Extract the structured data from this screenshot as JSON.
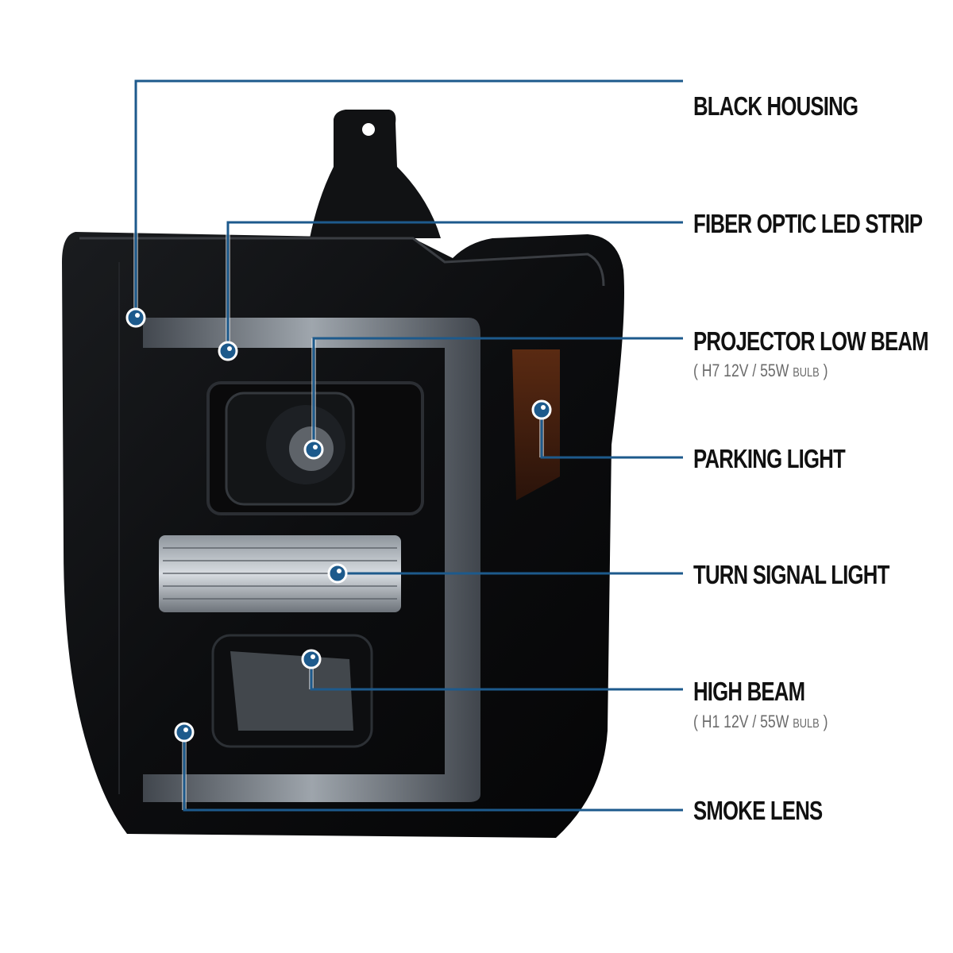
{
  "image": {
    "subject": "smoke lens black housing headlight with fiber optic LED strip",
    "accent_color": "#1d5a8c",
    "background": "#ffffff"
  },
  "callouts": [
    {
      "id": "black-housing",
      "label": "BLACK HOUSING",
      "sub": null
    },
    {
      "id": "fiber-optic-led-strip",
      "label": "FIBER OPTIC LED STRIP",
      "sub": null
    },
    {
      "id": "projector-low-beam",
      "label": "PROJECTOR LOW BEAM",
      "sub": {
        "open": "(",
        "bulb": "H7",
        "spec": "12V / 55W",
        "unit": "BULB",
        "close": ")"
      }
    },
    {
      "id": "parking-light",
      "label": "PARKING LIGHT",
      "sub": null
    },
    {
      "id": "turn-signal-light",
      "label": "TURN SIGNAL LIGHT",
      "sub": null
    },
    {
      "id": "high-beam",
      "label": "HIGH BEAM",
      "sub": {
        "open": "(",
        "bulb": "H1",
        "spec": "12V / 55W",
        "unit": "BULB",
        "close": ")"
      }
    },
    {
      "id": "smoke-lens",
      "label": "SMOKE LENS",
      "sub": null
    }
  ]
}
